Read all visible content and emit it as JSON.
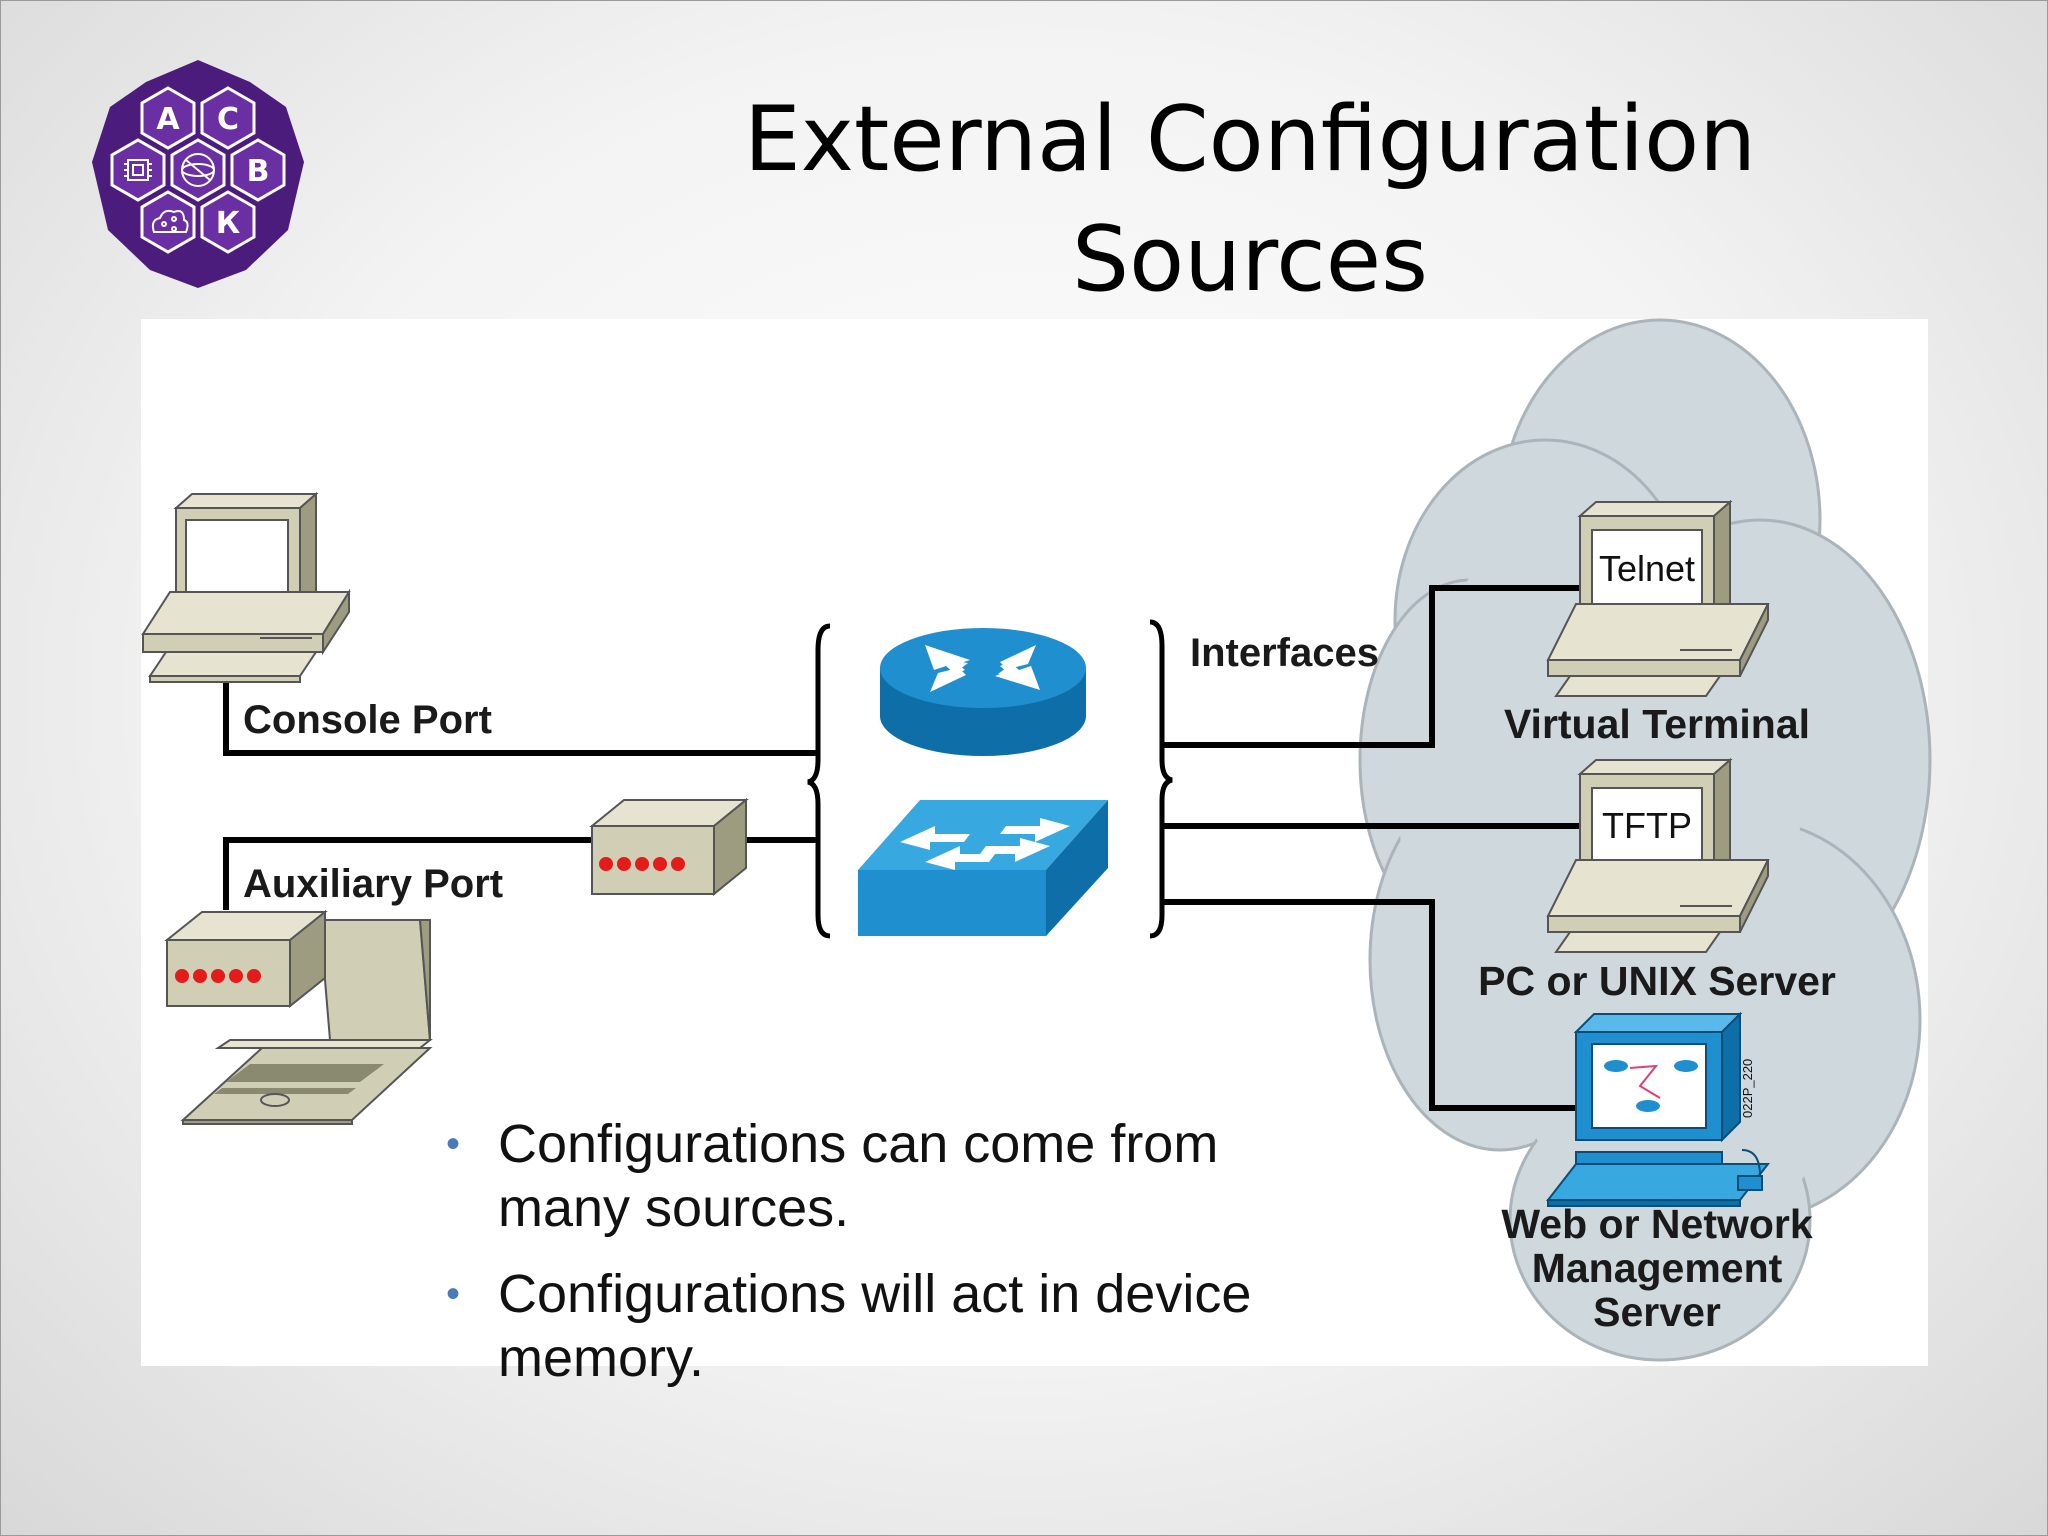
{
  "slide": {
    "title_line1": "External Configuration",
    "title_line2": "Sources"
  },
  "logo": {
    "letters": [
      "А",
      "С",
      "В",
      "К"
    ],
    "color": "#4b1c7c"
  },
  "diagram": {
    "labels": {
      "console_port": "Console Port",
      "auxiliary_port": "Auxiliary Port",
      "interfaces": "Interfaces",
      "virtual_terminal": "Virtual Terminal",
      "pc_unix_server": "PC or UNIX Server",
      "web_nm_line1": "Web or Network",
      "web_nm_line2": "Management",
      "web_nm_line3": "Server",
      "telnet_screen": "Telnet",
      "tftp_screen": "TFTP",
      "figure_code": "022P_220"
    },
    "colors": {
      "cloud": "#cfd8dc",
      "device_blue": "#1f8fcf",
      "terminal_beige": "#d0ceb4",
      "modem_led": "#e31b1b"
    }
  },
  "bullets": [
    "Configurations can come from many sources.",
    "Configurations will act in device memory."
  ]
}
